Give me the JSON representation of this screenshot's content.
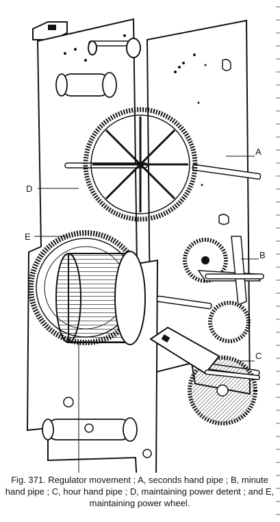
{
  "figure": {
    "labels": {
      "a": "A",
      "b": "B",
      "c": "C",
      "d": "D",
      "e": "E"
    }
  },
  "caption": {
    "text": "Fig. 371. Regulator movement ; A, seconds hand pipe ; B, minute hand pipe ; C, hour hand pipe ; D, maintaining power detent ; and E, maintaining power wheel."
  }
}
